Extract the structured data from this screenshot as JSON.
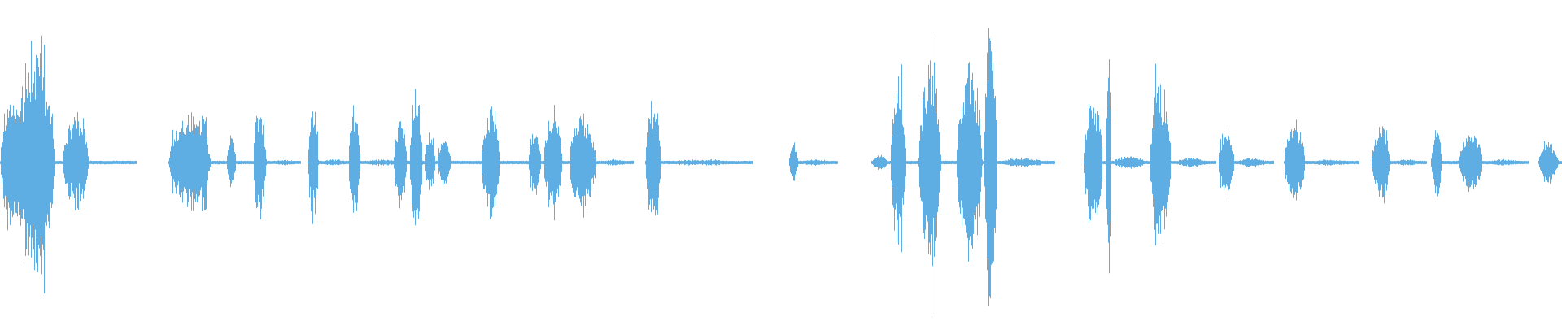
{
  "waveform": {
    "color": "#5eaee3",
    "background": "#ffffff",
    "segments": [
      {
        "start": 0.0,
        "end": 0.087,
        "peak": 0.77,
        "bursts": [
          [
            0.0,
            0.018,
            0.4
          ],
          [
            0.01,
            0.04,
            0.77
          ],
          [
            0.04,
            0.06,
            0.3
          ]
        ]
      },
      {
        "start": 0.108,
        "end": 0.192,
        "peak": 0.4,
        "bursts": [
          [
            0.108,
            0.14,
            0.3
          ],
          [
            0.128,
            0.134,
            0.4
          ],
          [
            0.145,
            0.152,
            0.2
          ],
          [
            0.162,
            0.172,
            0.36
          ],
          [
            0.175,
            0.192,
            0.02
          ]
        ]
      },
      {
        "start": 0.197,
        "end": 0.226,
        "peak": 0.36,
        "bursts": [
          [
            0.197,
            0.205,
            0.36
          ],
          [
            0.205,
            0.226,
            0.02
          ]
        ]
      },
      {
        "start": 0.223,
        "end": 0.262,
        "peak": 0.36,
        "bursts": [
          [
            0.223,
            0.232,
            0.36
          ],
          [
            0.232,
            0.262,
            0.02
          ]
        ]
      },
      {
        "start": 0.25,
        "end": 0.28,
        "peak": 0.43,
        "bursts": [
          [
            0.252,
            0.262,
            0.3
          ],
          [
            0.262,
            0.272,
            0.43
          ],
          [
            0.272,
            0.28,
            0.2
          ]
        ]
      },
      {
        "start": 0.28,
        "end": 0.325,
        "peak": 0.34,
        "bursts": [
          [
            0.28,
            0.29,
            0.18
          ],
          [
            0.308,
            0.322,
            0.34
          ]
        ]
      },
      {
        "start": 0.325,
        "end": 0.365,
        "peak": 0.36,
        "bursts": [
          [
            0.338,
            0.348,
            0.22
          ],
          [
            0.348,
            0.362,
            0.36
          ]
        ]
      },
      {
        "start": 0.365,
        "end": 0.405,
        "peak": 0.36,
        "bursts": [
          [
            0.364,
            0.385,
            0.32
          ],
          [
            0.385,
            0.405,
            0.02
          ]
        ]
      },
      {
        "start": 0.413,
        "end": 0.482,
        "peak": 0.4,
        "bursts": [
          [
            0.413,
            0.425,
            0.4
          ],
          [
            0.425,
            0.482,
            0.02
          ]
        ]
      },
      {
        "start": 0.505,
        "end": 0.536,
        "peak": 0.12,
        "bursts": [
          [
            0.505,
            0.512,
            0.12
          ],
          [
            0.512,
            0.536,
            0.02
          ]
        ]
      },
      {
        "start": 0.558,
        "end": 0.675,
        "peak": 1.0,
        "bursts": [
          [
            0.558,
            0.57,
            0.05
          ],
          [
            0.57,
            0.582,
            0.55
          ],
          [
            0.588,
            0.605,
            0.7
          ],
          [
            0.612,
            0.632,
            0.6
          ],
          [
            0.63,
            0.64,
            1.0
          ],
          [
            0.64,
            0.675,
            0.03
          ]
        ]
      },
      {
        "start": 0.694,
        "end": 0.778,
        "peak": 0.8,
        "bursts": [
          [
            0.694,
            0.708,
            0.45
          ],
          [
            0.708,
            0.712,
            0.8
          ],
          [
            0.712,
            0.738,
            0.04
          ],
          [
            0.736,
            0.752,
            0.52
          ],
          [
            0.752,
            0.778,
            0.03
          ]
        ]
      },
      {
        "start": 0.78,
        "end": 0.815,
        "peak": 0.22,
        "bursts": [
          [
            0.78,
            0.792,
            0.22
          ],
          [
            0.792,
            0.815,
            0.03
          ]
        ]
      },
      {
        "start": 0.822,
        "end": 0.87,
        "peak": 0.26,
        "bursts": [
          [
            0.822,
            0.838,
            0.26
          ],
          [
            0.838,
            0.87,
            0.02
          ]
        ]
      },
      {
        "start": 0.878,
        "end": 0.913,
        "peak": 0.26,
        "bursts": [
          [
            0.878,
            0.892,
            0.26
          ],
          [
            0.892,
            0.913,
            0.02
          ]
        ]
      },
      {
        "start": 0.916,
        "end": 0.978,
        "peak": 0.24,
        "bursts": [
          [
            0.916,
            0.924,
            0.24
          ],
          [
            0.934,
            0.952,
            0.2
          ],
          [
            0.952,
            0.978,
            0.02
          ]
        ]
      },
      {
        "start": 0.985,
        "end": 1.0,
        "peak": 0.14,
        "bursts": [
          [
            0.985,
            1.0,
            0.14
          ]
        ]
      }
    ]
  }
}
